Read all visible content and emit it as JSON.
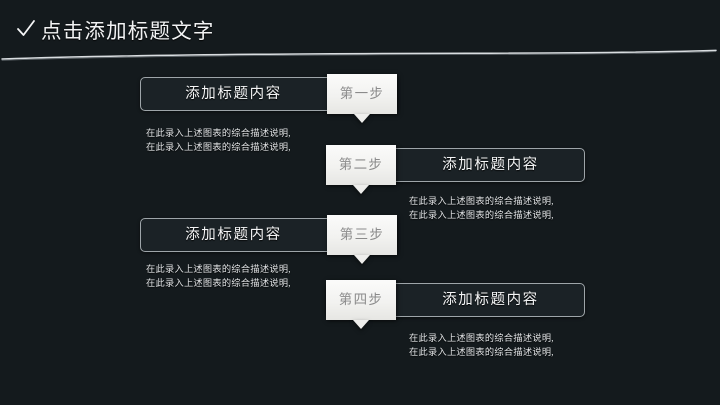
{
  "slide": {
    "background_color": "#141a1d",
    "title": {
      "icon": "check-icon",
      "text": "点击添加标题文字"
    }
  },
  "theme": {
    "bar_fill": "#1b2226",
    "bar_border": "#9ea5a9",
    "bar_text": "#f4f5f6",
    "step_fill": "#f2f2f0",
    "step_text": "#8b8b8b",
    "desc_text": "#e2e4e6"
  },
  "steps": [
    {
      "step_label": "第一步",
      "bar_label": "添加标题内容",
      "description": [
        "在此录入上述图表的综合描述说明,",
        "在此录入上述图表的综合描述说明,"
      ],
      "align": "left"
    },
    {
      "step_label": "第二步",
      "bar_label": "添加标题内容",
      "description": [
        "在此录入上述图表的综合描述说明,",
        "在此录入上述图表的综合描述说明,"
      ],
      "align": "right"
    },
    {
      "step_label": "第三步",
      "bar_label": "添加标题内容",
      "description": [
        "在此录入上述图表的综合描述说明,",
        "在此录入上述图表的综合描述说明,"
      ],
      "align": "left"
    },
    {
      "step_label": "第四步",
      "bar_label": "添加标题内容",
      "description": [
        "在此录入上述图表的综合描述说明,",
        "在此录入上述图表的综合描述说明,"
      ],
      "align": "right"
    }
  ]
}
